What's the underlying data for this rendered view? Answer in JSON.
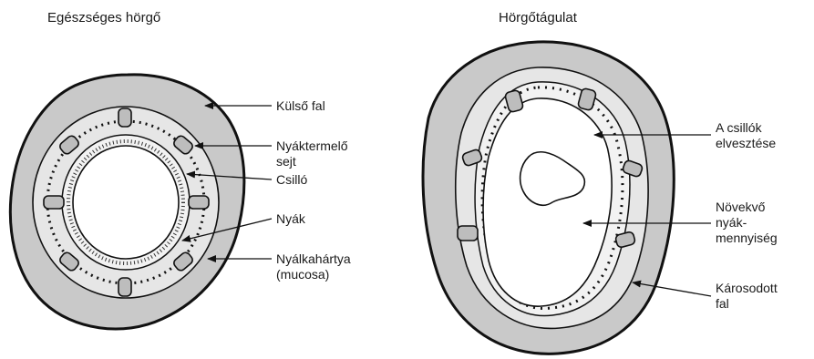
{
  "titles": {
    "healthy": "Egészséges hörgő",
    "diseased": "Hörgőtágulat"
  },
  "left_labels": {
    "outer_wall": "Külső fal",
    "goblet_cell_line1": "Nyáktermelő",
    "goblet_cell_line2": "sejt",
    "cilia": "Csilló",
    "mucus": "Nyák",
    "mucosa_line1": "Nyálkahártya",
    "mucosa_line2": "(mucosa)"
  },
  "right_labels": {
    "cilia_loss_line1": "A csillók",
    "cilia_loss_line2": "elvesztése",
    "mucus_increase_line1": "Növekvő",
    "mucus_increase_line2": "nyák-",
    "mucus_increase_line3": "mennyiség",
    "damaged_wall_line1": "Károsodott",
    "damaged_wall_line2": "fal"
  },
  "colors": {
    "wall_gray": "#c9c9c9",
    "mucosa_light": "#e6e6e6",
    "cell_fill": "#bdbdbd",
    "lumen": "#ffffff",
    "stroke": "#111111"
  }
}
